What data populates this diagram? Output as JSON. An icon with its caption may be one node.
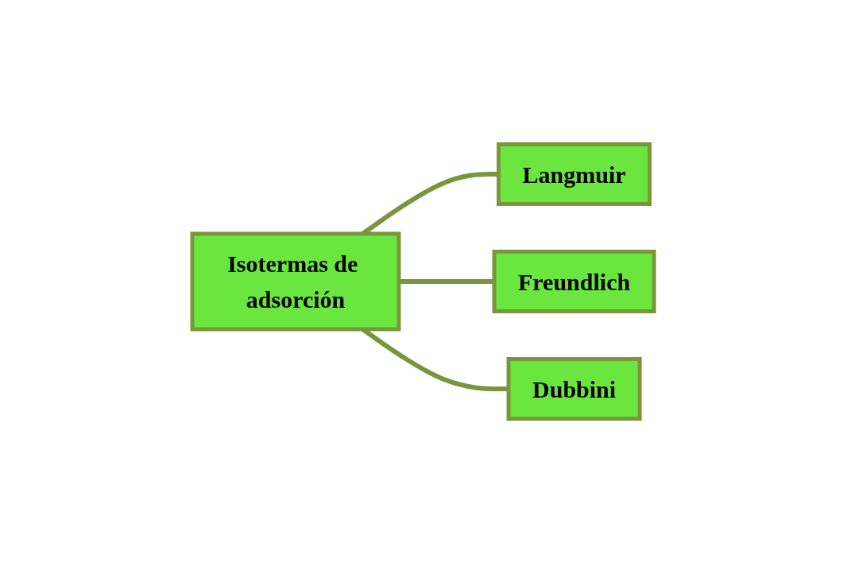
{
  "diagram": {
    "nodes": [
      {
        "text": [
          "Isotermas de adsorción"
        ]
      },
      {
        "text": [
          "Langmuir"
        ]
      },
      {
        "text": [
          "Freundlich"
        ]
      },
      {
        "text": [
          "Dubbini"
        ]
      }
    ],
    "edges": [
      {
        "from": 0,
        "to": 1,
        "arrow": "none"
      },
      {
        "from": 0,
        "to": 2,
        "arrow": "none"
      },
      {
        "from": 0,
        "to": 3,
        "arrow": "none"
      }
    ]
  }
}
